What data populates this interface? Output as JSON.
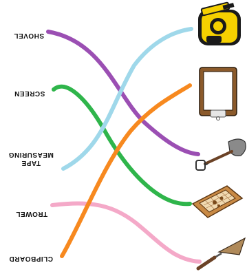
{
  "labels": {
    "shovel": "SHOVEL",
    "screen": "SCREEN",
    "tape_line1": "TAPE",
    "tape_line2": "MEASURING",
    "trowel": "TROWEL",
    "clipboard": "CLIPBOARD"
  },
  "pictures": [
    "measuring-tape",
    "clipboard",
    "shovel",
    "sifting-screen",
    "trowel"
  ],
  "line_colors": {
    "purple": "#9b4fb3",
    "green": "#2fb54b",
    "light_blue": "#9fd8ea",
    "pink": "#f4a9c8",
    "orange": "#f7891f"
  }
}
